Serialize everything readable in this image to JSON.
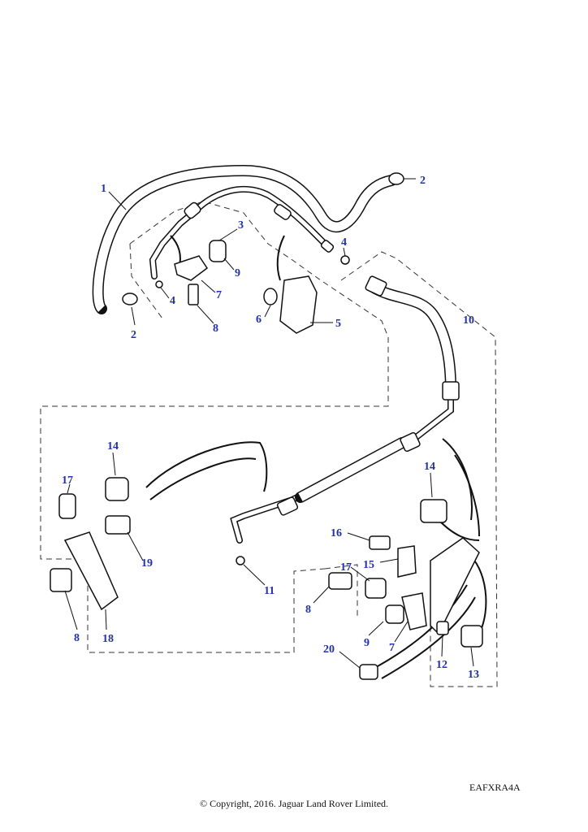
{
  "labels": {
    "l1": "1",
    "l2a": "2",
    "l2b": "2",
    "l3": "3",
    "l4a": "4",
    "l4b": "4",
    "l5": "5",
    "l6": "6",
    "l7a": "7",
    "l7b": "7",
    "l8a": "8",
    "l8b": "8",
    "l8c": "8",
    "l9a": "9",
    "l9b": "9",
    "l10": "10",
    "l11": "11",
    "l12": "12",
    "l13": "13",
    "l14a": "14",
    "l14b": "14",
    "l15": "15",
    "l16": "16",
    "l17a": "17",
    "l17b": "17",
    "l18": "18",
    "l19": "19",
    "l20": "20"
  },
  "diagram_code": "EAFXRA4A",
  "copyright": "© Copyright, 2016. Jaguar Land Rover Limited.",
  "colors": {
    "label": "#1f2fbf",
    "line": "#111111"
  }
}
